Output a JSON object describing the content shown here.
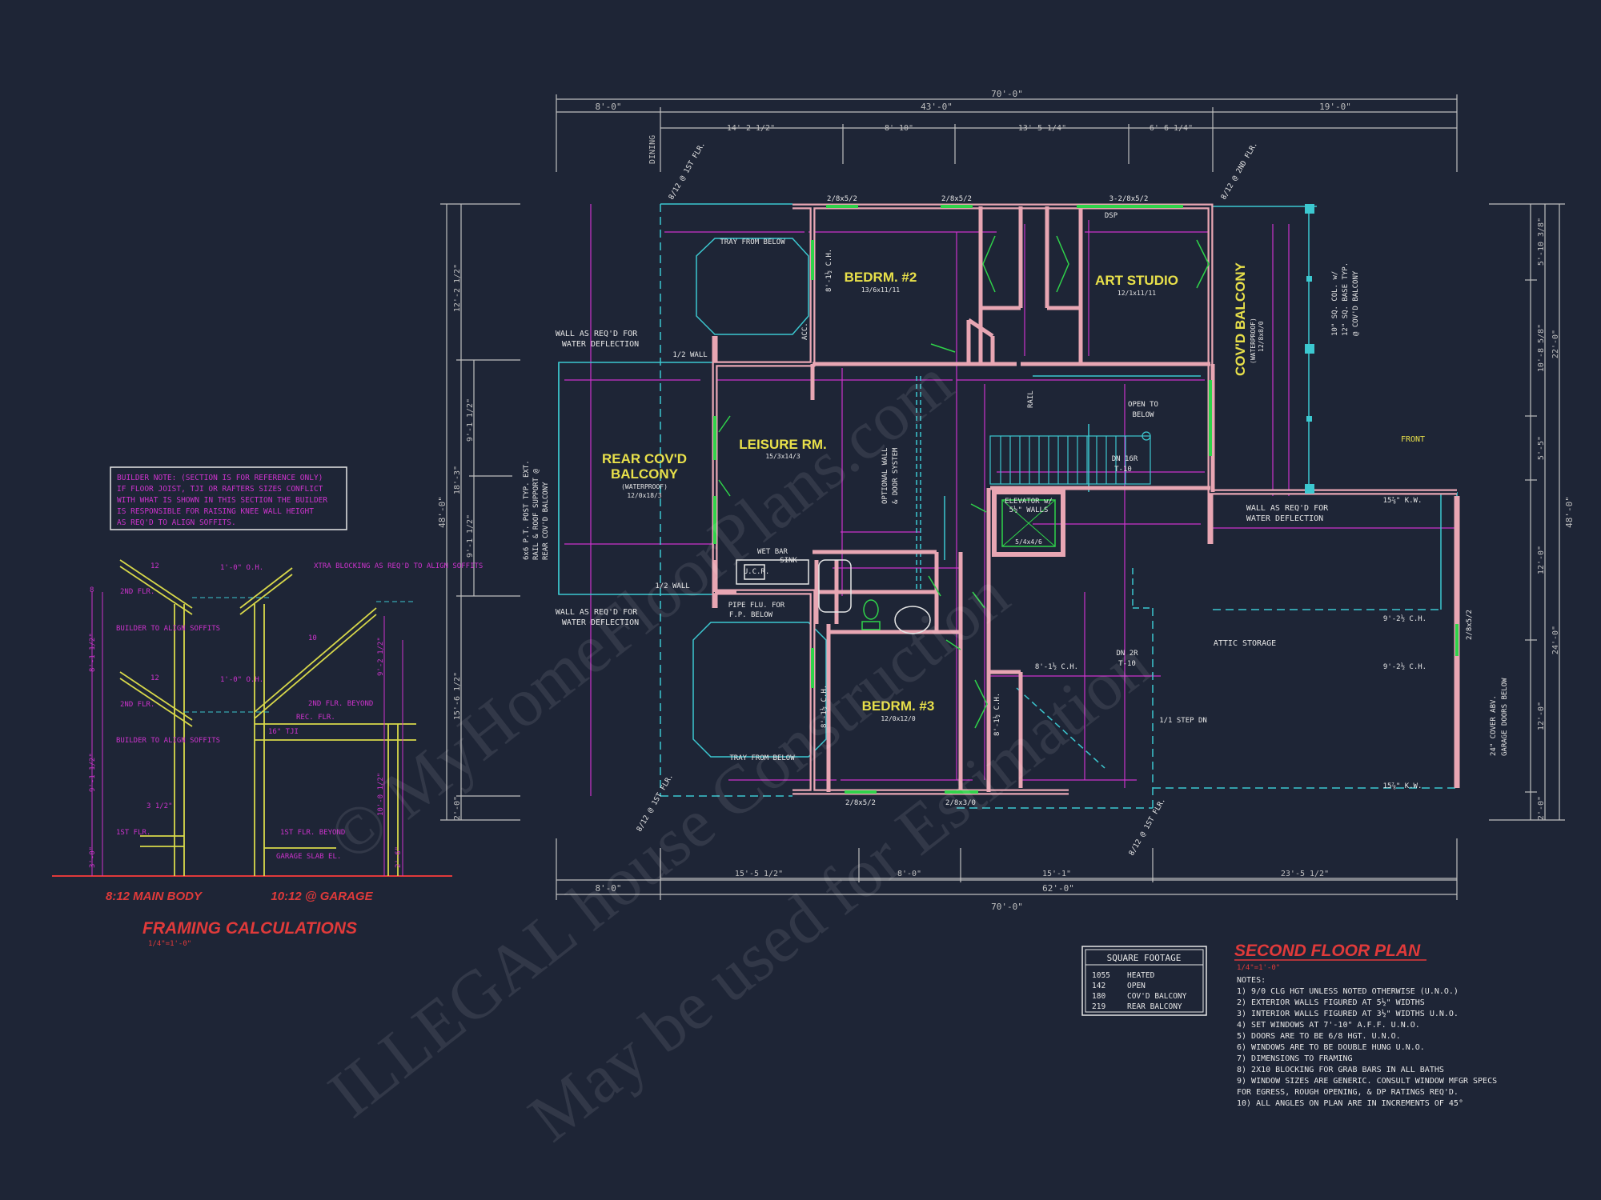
{
  "colors": {
    "background": "#1e2536",
    "wall": "#e8a6b3",
    "dim": "#cc33cc",
    "dim_light": "#bfbfbf",
    "text_white": "#e6e6e6",
    "room_label": "#e8e04a",
    "cyan": "#3cc8d0",
    "green": "#2fd34a",
    "red": "#e03a3a",
    "yellow": "#d8d84a"
  },
  "dims": {
    "top_overall": "70'-0\"",
    "top_segments": [
      "8'-0\"",
      "43'-0\"",
      "19'-0\""
    ],
    "top_inner": [
      "14'-2 1/2\"",
      "8'-10\"",
      "13'-5 1/4\"",
      "6'-6 1/4\""
    ],
    "bottom_overall": "70'-0\"",
    "bottom_segments": [
      "8'-0\"",
      "62'-0\""
    ],
    "bottom_inner": [
      "15'-5 1/2\"",
      "8'-0\"",
      "15'-1\"",
      "23'-5 1/2\""
    ],
    "left": [
      "12'-2 1/2\"",
      "18'-3\"",
      "15'-6 1/2\"",
      "2'-0\""
    ],
    "left_overall": "48'-0\"",
    "left_inner": [
      "9'-1 1/2\"",
      "9'-1 1/2\""
    ],
    "right": [
      "5'-10 3/8\"",
      "10'-8 5/8\"",
      "5'-5\"",
      "12'-0\"",
      "12'-0\"",
      "2'-0\""
    ],
    "right_mid": [
      "22'-0\"",
      "24'-0\""
    ],
    "right_overall": "48'-0\"",
    "dining": "DINING"
  },
  "rooms": {
    "bedrm2": {
      "name": "BEDRM. #2",
      "size": "13/6x11/11"
    },
    "art_studio": {
      "name": "ART STUDIO",
      "size": "12/1x11/11"
    },
    "covd_balcony": {
      "name": "COV'D BALCONY",
      "note": "(WATERPROOF)",
      "size": "12/8x8/0"
    },
    "rear_balcony": {
      "name1": "REAR COV'D",
      "name2": "BALCONY",
      "note": "(WATERPROOF)",
      "size": "12/0x18/3"
    },
    "leisure": {
      "name": "LEISURE RM.",
      "size": "15/3x14/3"
    },
    "bedrm3": {
      "name": "BEDRM. #3",
      "size": "12/0x12/0"
    },
    "elevator": {
      "line1": "ELEVATOR w/",
      "line2": "5½\" WALLS",
      "size": "5/4x4/6"
    },
    "attic": "ATTIC STORAGE"
  },
  "labels": {
    "tray_from_below": "TRAY FROM BELOW",
    "tray_from_below_2": "TRAY FROM BELOW",
    "wall_as_reqd_1": "WALL AS REQ'D FOR",
    "water_deflection": "WATER DEFLECTION",
    "wall_as_reqd_2": "WALL AS REQ'D FOR",
    "wall_as_reqd_3": "WALL AS REQ'D FOR",
    "half_wall": "1/2 WALL",
    "half_wall_2": "1/2 WALL",
    "wet_bar": "WET BAR",
    "sink": "SINK",
    "ucr": "U.C.R.",
    "pipe_flu": "PIPE FLU. FOR",
    "fp_below": "F.P. BELOW",
    "open_to_below": "OPEN TO",
    "below": "BELOW",
    "dn_16r": "DN 16R",
    "t10": "T-10",
    "dn_2r": "DN 2R",
    "t10b": "T-10",
    "step_dn": "1/1 STEP DN",
    "front": "FRONT",
    "rail": "RAIL",
    "knee_wall": "15⅞\" K.W.",
    "knee_wall_2": "15⅞\" K.W.",
    "col_note1": "10\" SQ. COL. w/",
    "col_note2": "12\" SQ. BASE TYP.",
    "col_note3": "@ COV'D BALCONY",
    "cover_abv": "24\" COVER ABV.",
    "garage_doors": "GARAGE DOORS BELOW",
    "optional_wall": "OPTIONAL WALL",
    "door_system": "& DOOR SYSTEM",
    "post_note1": "6x6 P.T. POST TYP. EXT.",
    "post_note2": "RAIL & ROOF SUPPORT @",
    "post_note3": "REAR COV'D BALCONY",
    "ch_1": "8'-1½ C.H.",
    "ch_2": "9'-2½ C.H.",
    "ch_3": "9'-2½ C.H.",
    "ch_4": "8'-1½ C.H.",
    "ch_5": "8'-1½ C.H.",
    "ch_6": "8'-1½ C.H.",
    "acc": "ACC.",
    "win_1": "2/8x5/2",
    "win_2": "2/8x5/2",
    "win_3": "3-2/8x5/2",
    "win_4": "2/8x5/2",
    "win_5": "2/8x3/0",
    "win_6": "2/8x5/2",
    "dsp": "DSP",
    "slope1": "8/12 @ 1ST FLR.",
    "slope2": "8/12 @ 2ND FLR.",
    "slope3": "8/12 @ 1ST FLR.",
    "slope4": "8/12 @ 1ST FLR."
  },
  "builder_note": [
    "BUILDER NOTE: (SECTION IS FOR REFERENCE ONLY)",
    "IF FLOOR JOIST, TJI OR RAFTERS SIZES CONFLICT",
    "WITH WHAT IS SHOWN IN THIS SECTION THE BUILDER",
    "IS RESPONSIBLE FOR RAISING KNEE WALL HEIGHT",
    "AS REQ'D TO ALIGN SOFFITS."
  ],
  "framing": {
    "title": "FRAMING CALCULATIONS",
    "scale": "1/4\"=1'-0\"",
    "main_body": "8:12 MAIN BODY",
    "garage": "10:12 @ GARAGE",
    "labels": [
      "2ND FLR.",
      "2ND FLR.",
      "BUILDER TO ALIGN SOFFITS",
      "BUILDER TO ALIGN SOFFITS",
      "XTRA BLOCKING AS REQ'D TO ALIGN SOFFITS",
      "2ND FLR. BEYOND",
      "REC. FLR.",
      "1ST FLR.",
      "1ST FLR. BEYOND",
      "GARAGE SLAB EL.",
      "16\" TJI",
      "1'-0\" O.H.",
      "1'-0\" O.H.",
      "9'-1 1/2\"",
      "8'-1 1/2\"",
      "10'-0 1/2\"",
      "9'-2 1/2\"",
      "3'-0\"",
      "2'-6\"",
      "3 1/2\"",
      "12",
      "8",
      "12",
      "10"
    ]
  },
  "square_footage": {
    "title": "SQUARE FOOTAGE",
    "rows": [
      {
        "value": "1055",
        "label": "HEATED"
      },
      {
        "value": "142",
        "label": "OPEN"
      },
      {
        "value": "180",
        "label": "COV'D BALCONY"
      },
      {
        "value": "219",
        "label": "REAR BALCONY"
      }
    ]
  },
  "plan_title": "SECOND FLOOR PLAN",
  "plan_scale": "1/4\"=1'-0\"",
  "notes_header": "NOTES:",
  "notes": [
    "1)  9/0 CLG HGT UNLESS NOTED OTHERWISE (U.N.O.)",
    "2)  EXTERIOR WALLS FIGURED AT 5½\" WIDTHS",
    "3)  INTERIOR WALLS FIGURED AT 3½\" WIDTHS U.N.O.",
    "4)  SET WINDOWS AT 7'-10\" A.F.F. U.N.O.",
    "5)  DOORS ARE TO BE 6/8 HGT. U.N.O.",
    "6)  WINDOWS ARE TO BE DOUBLE HUNG U.N.O.",
    "7)  DIMENSIONS TO FRAMING",
    "8)  2X10 BLOCKING FOR GRAB BARS IN ALL BATHS",
    "9)  WINDOW SIZES ARE GENERIC. CONSULT WINDOW MFGR SPECS",
    "     FOR EGRESS, ROUGH OPENING, & DP RATINGS REQ'D.",
    "10)  ALL ANGLES ON PLAN ARE IN INCREMENTS OF 45°"
  ],
  "watermark": {
    "line1": "© MyHomeFloorPlans.com",
    "line2": "ILLEGAL house Construction",
    "line3": "May be used for Estimation"
  }
}
